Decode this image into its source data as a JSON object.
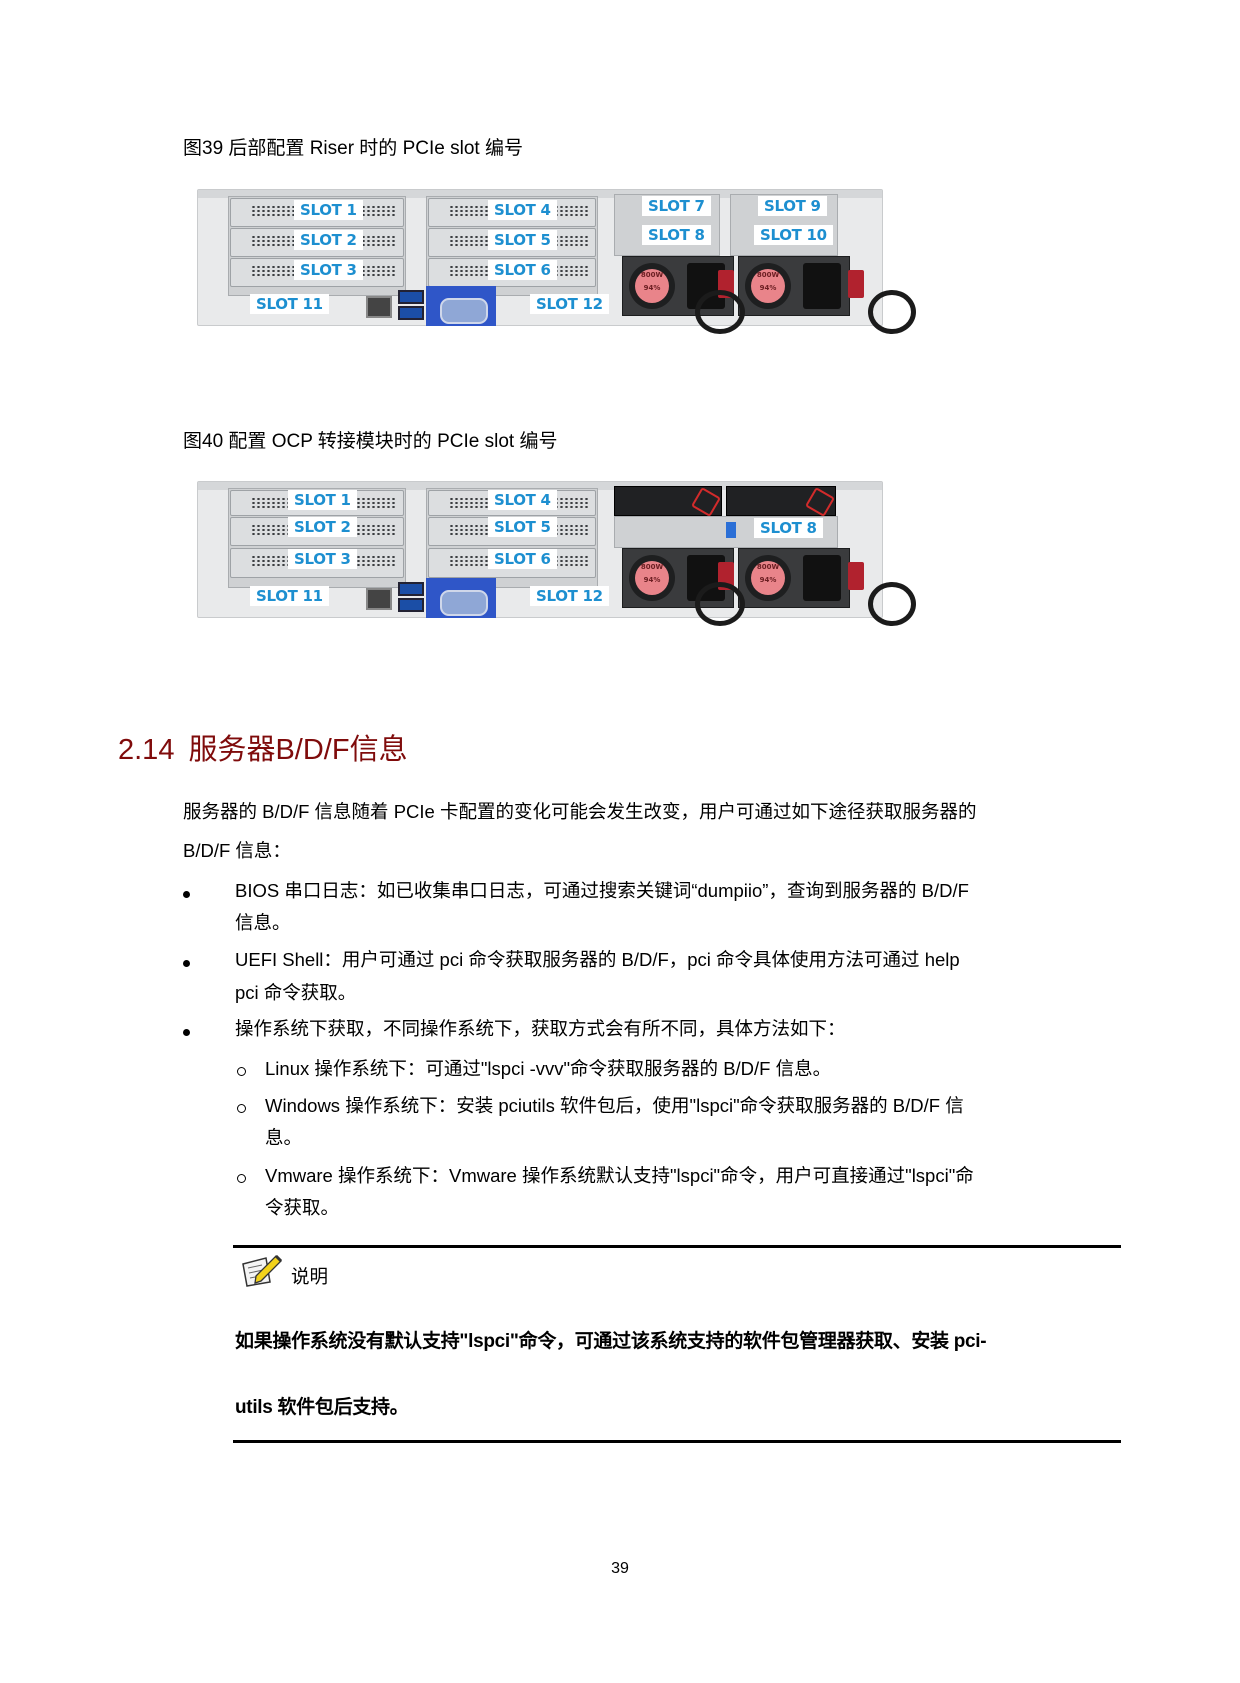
{
  "figures": [
    {
      "caption": "图39 后部配置 Riser 时的 PCIe slot 编号",
      "slots": {
        "riser1": [
          "SLOT 1",
          "SLOT 2",
          "SLOT 3"
        ],
        "riser2": [
          "SLOT 4",
          "SLOT 5",
          "SLOT 6"
        ],
        "riser3_left": [
          "SLOT 7",
          "SLOT 8"
        ],
        "riser3_right": [
          "SLOT 9",
          "SLOT 10"
        ],
        "bottom": [
          "SLOT 11",
          "SLOT 12"
        ]
      },
      "psu": [
        {
          "watt": "800W",
          "eff": "94%"
        },
        {
          "watt": "800W",
          "eff": "94%"
        }
      ]
    },
    {
      "caption": "图40 配置 OCP 转接模块时的 PCIe slot 编号",
      "slots": {
        "riser1": [
          "SLOT 1",
          "SLOT 2",
          "SLOT 3"
        ],
        "riser2": [
          "SLOT 4",
          "SLOT 5",
          "SLOT 6"
        ],
        "ocp": [
          "SLOT 8"
        ],
        "bottom": [
          "SLOT 11",
          "SLOT 12"
        ]
      },
      "psu": [
        {
          "watt": "800W",
          "eff": "94%"
        },
        {
          "watt": "800W",
          "eff": "94%"
        }
      ]
    }
  ],
  "section": {
    "number": "2.14",
    "title": "服务器B/D/F信息",
    "intro_line1": "服务器的 B/D/F 信息随着 PCIe 卡配置的变化可能会发生改变，用户可通过如下途径获取服务器的",
    "intro_line2": "B/D/F 信息：",
    "bullets": [
      {
        "line1": "BIOS 串口日志：如已收集串口日志，可通过搜索关键词“dumpiio”，查询到服务器的 B/D/F",
        "line2": "信息。"
      },
      {
        "line1": "UEFI Shell：用户可通过 pci 命令获取服务器的 B/D/F，pci 命令具体使用方法可通过 help",
        "line2": "pci 命令获取。"
      },
      {
        "line1": "操作系统下获取，不同操作系统下，获取方式会有所不同，具体方法如下：",
        "sub": [
          {
            "line1": "Linux 操作系统下：可通过\"lspci -vvv\"命令获取服务器的 B/D/F 信息。"
          },
          {
            "line1": "Windows 操作系统下：安装 pciutils 软件包后，使用\"lspci\"命令获取服务器的 B/D/F 信",
            "line2": "息。"
          },
          {
            "line1": "Vmware 操作系统下：Vmware 操作系统默认支持\"lspci\"命令，用户可直接通过\"lspci\"命",
            "line2": "令获取。"
          }
        ]
      }
    ],
    "note": {
      "icon": "note-pencil-icon",
      "title": "说明",
      "line1": "如果操作系统没有默认支持\"lspci\"命令，可通过该系统支持的软件包管理器获取、安装 pci-",
      "line2": "utils 软件包后支持。"
    }
  },
  "page_number": "39"
}
